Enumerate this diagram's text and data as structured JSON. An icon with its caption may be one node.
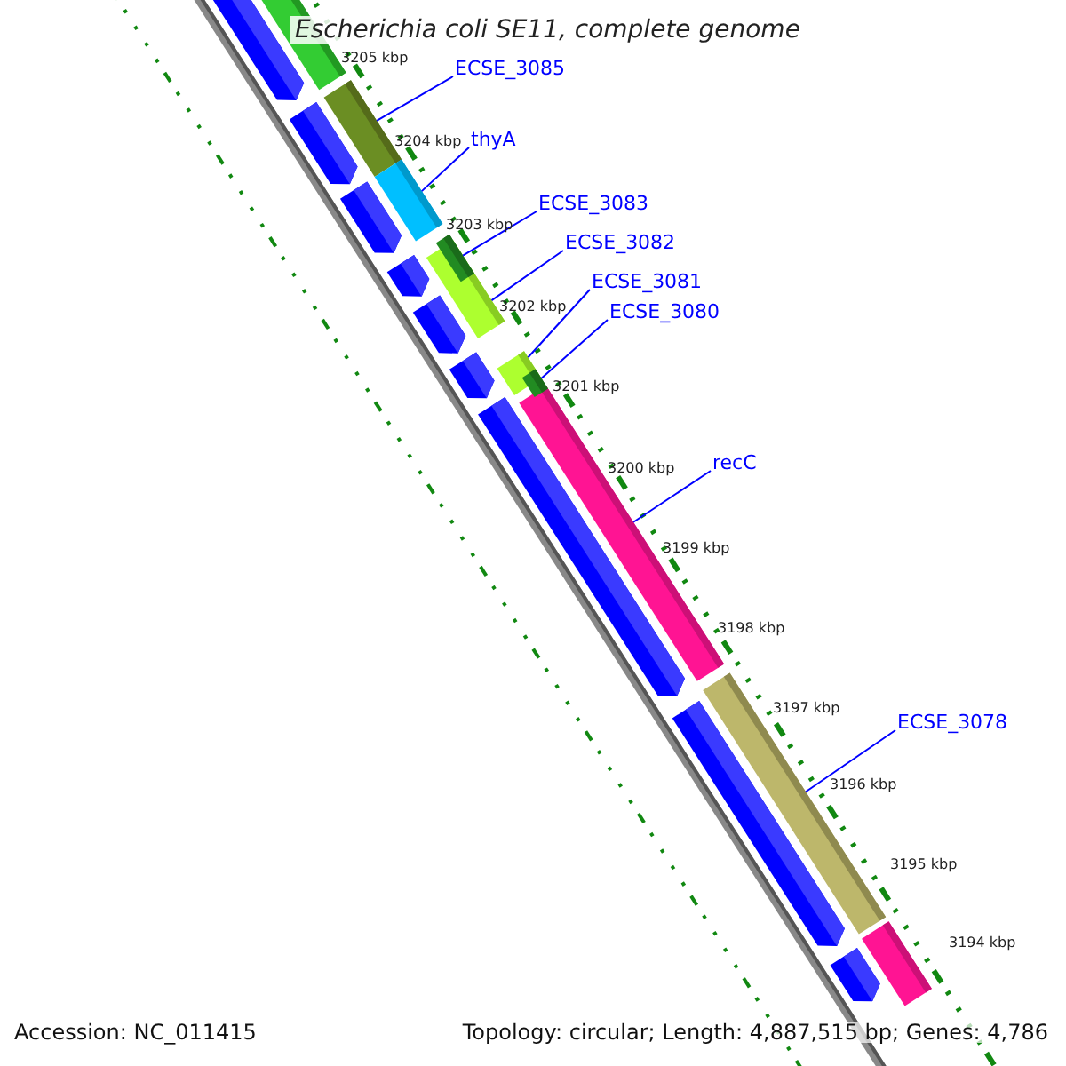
{
  "diagram": {
    "title": "Escherichia coli SE11, complete genome",
    "nodes": [
      {
        "text": [
          "ECSE_3085"
        ]
      },
      {
        "text": [
          "thyA"
        ]
      },
      {
        "text": [
          "ECSE_3083"
        ]
      },
      {
        "text": [
          "ECSE_3082"
        ]
      },
      {
        "text": [
          "ECSE_3081"
        ]
      },
      {
        "text": [
          "ECSE_3080"
        ]
      },
      {
        "text": [
          "recC"
        ]
      },
      {
        "text": [
          "ECSE_3078"
        ]
      },
      {
        "text": [],
        "shape": "bar"
      },
      {
        "text": [],
        "shape": "bar"
      },
      {
        "text": [],
        "shape": "bar"
      },
      {
        "text": [],
        "shape": "bar"
      },
      {
        "text": [],
        "shape": "bar"
      },
      {
        "text": [],
        "shape": "bar"
      },
      {
        "text": [],
        "shape": "bar"
      },
      {
        "text": [],
        "shape": "bar"
      },
      {
        "text": [],
        "shape": "bar"
      },
      {
        "text": [],
        "shape": "bar"
      },
      {
        "text": [],
        "shape": "bar"
      },
      {
        "text": [],
        "shape": "bar"
      },
      {
        "text": [],
        "shape": "bar"
      },
      {
        "text": [],
        "shape": "bar"
      },
      {
        "text": [],
        "shape": "bar"
      },
      {
        "text": [],
        "shape": "bar"
      },
      {
        "text": [],
        "shape": "bar"
      },
      {
        "text": [],
        "shape": "bar"
      },
      {
        "text": [],
        "shape": "bar"
      }
    ],
    "edges": [
      {
        "from": 0,
        "to": 8,
        "arrow": "none"
      },
      {
        "from": 1,
        "to": 9,
        "arrow": "none"
      },
      {
        "from": 2,
        "to": 10,
        "arrow": "none"
      },
      {
        "from": 3,
        "to": 11,
        "arrow": "none"
      },
      {
        "from": 4,
        "to": 12,
        "arrow": "none"
      },
      {
        "from": 5,
        "to": 13,
        "arrow": "none"
      },
      {
        "from": 6,
        "to": 14,
        "arrow": "none"
      },
      {
        "from": 7,
        "to": 15,
        "arrow": "none"
      }
    ],
    "labels": [
      "3205 kbp",
      "3204 kbp",
      "3203 kbp",
      "3202 kbp",
      "3201 kbp",
      "3200 kbp",
      "3199 kbp",
      "3198 kbp",
      "3197 kbp",
      "3196 kbp",
      "3195 kbp",
      "3194 kbp",
      "Accession: NC_011415",
      "Topology: circular; Length: 4,887,515 bp; Genes: 4,786"
    ]
  }
}
